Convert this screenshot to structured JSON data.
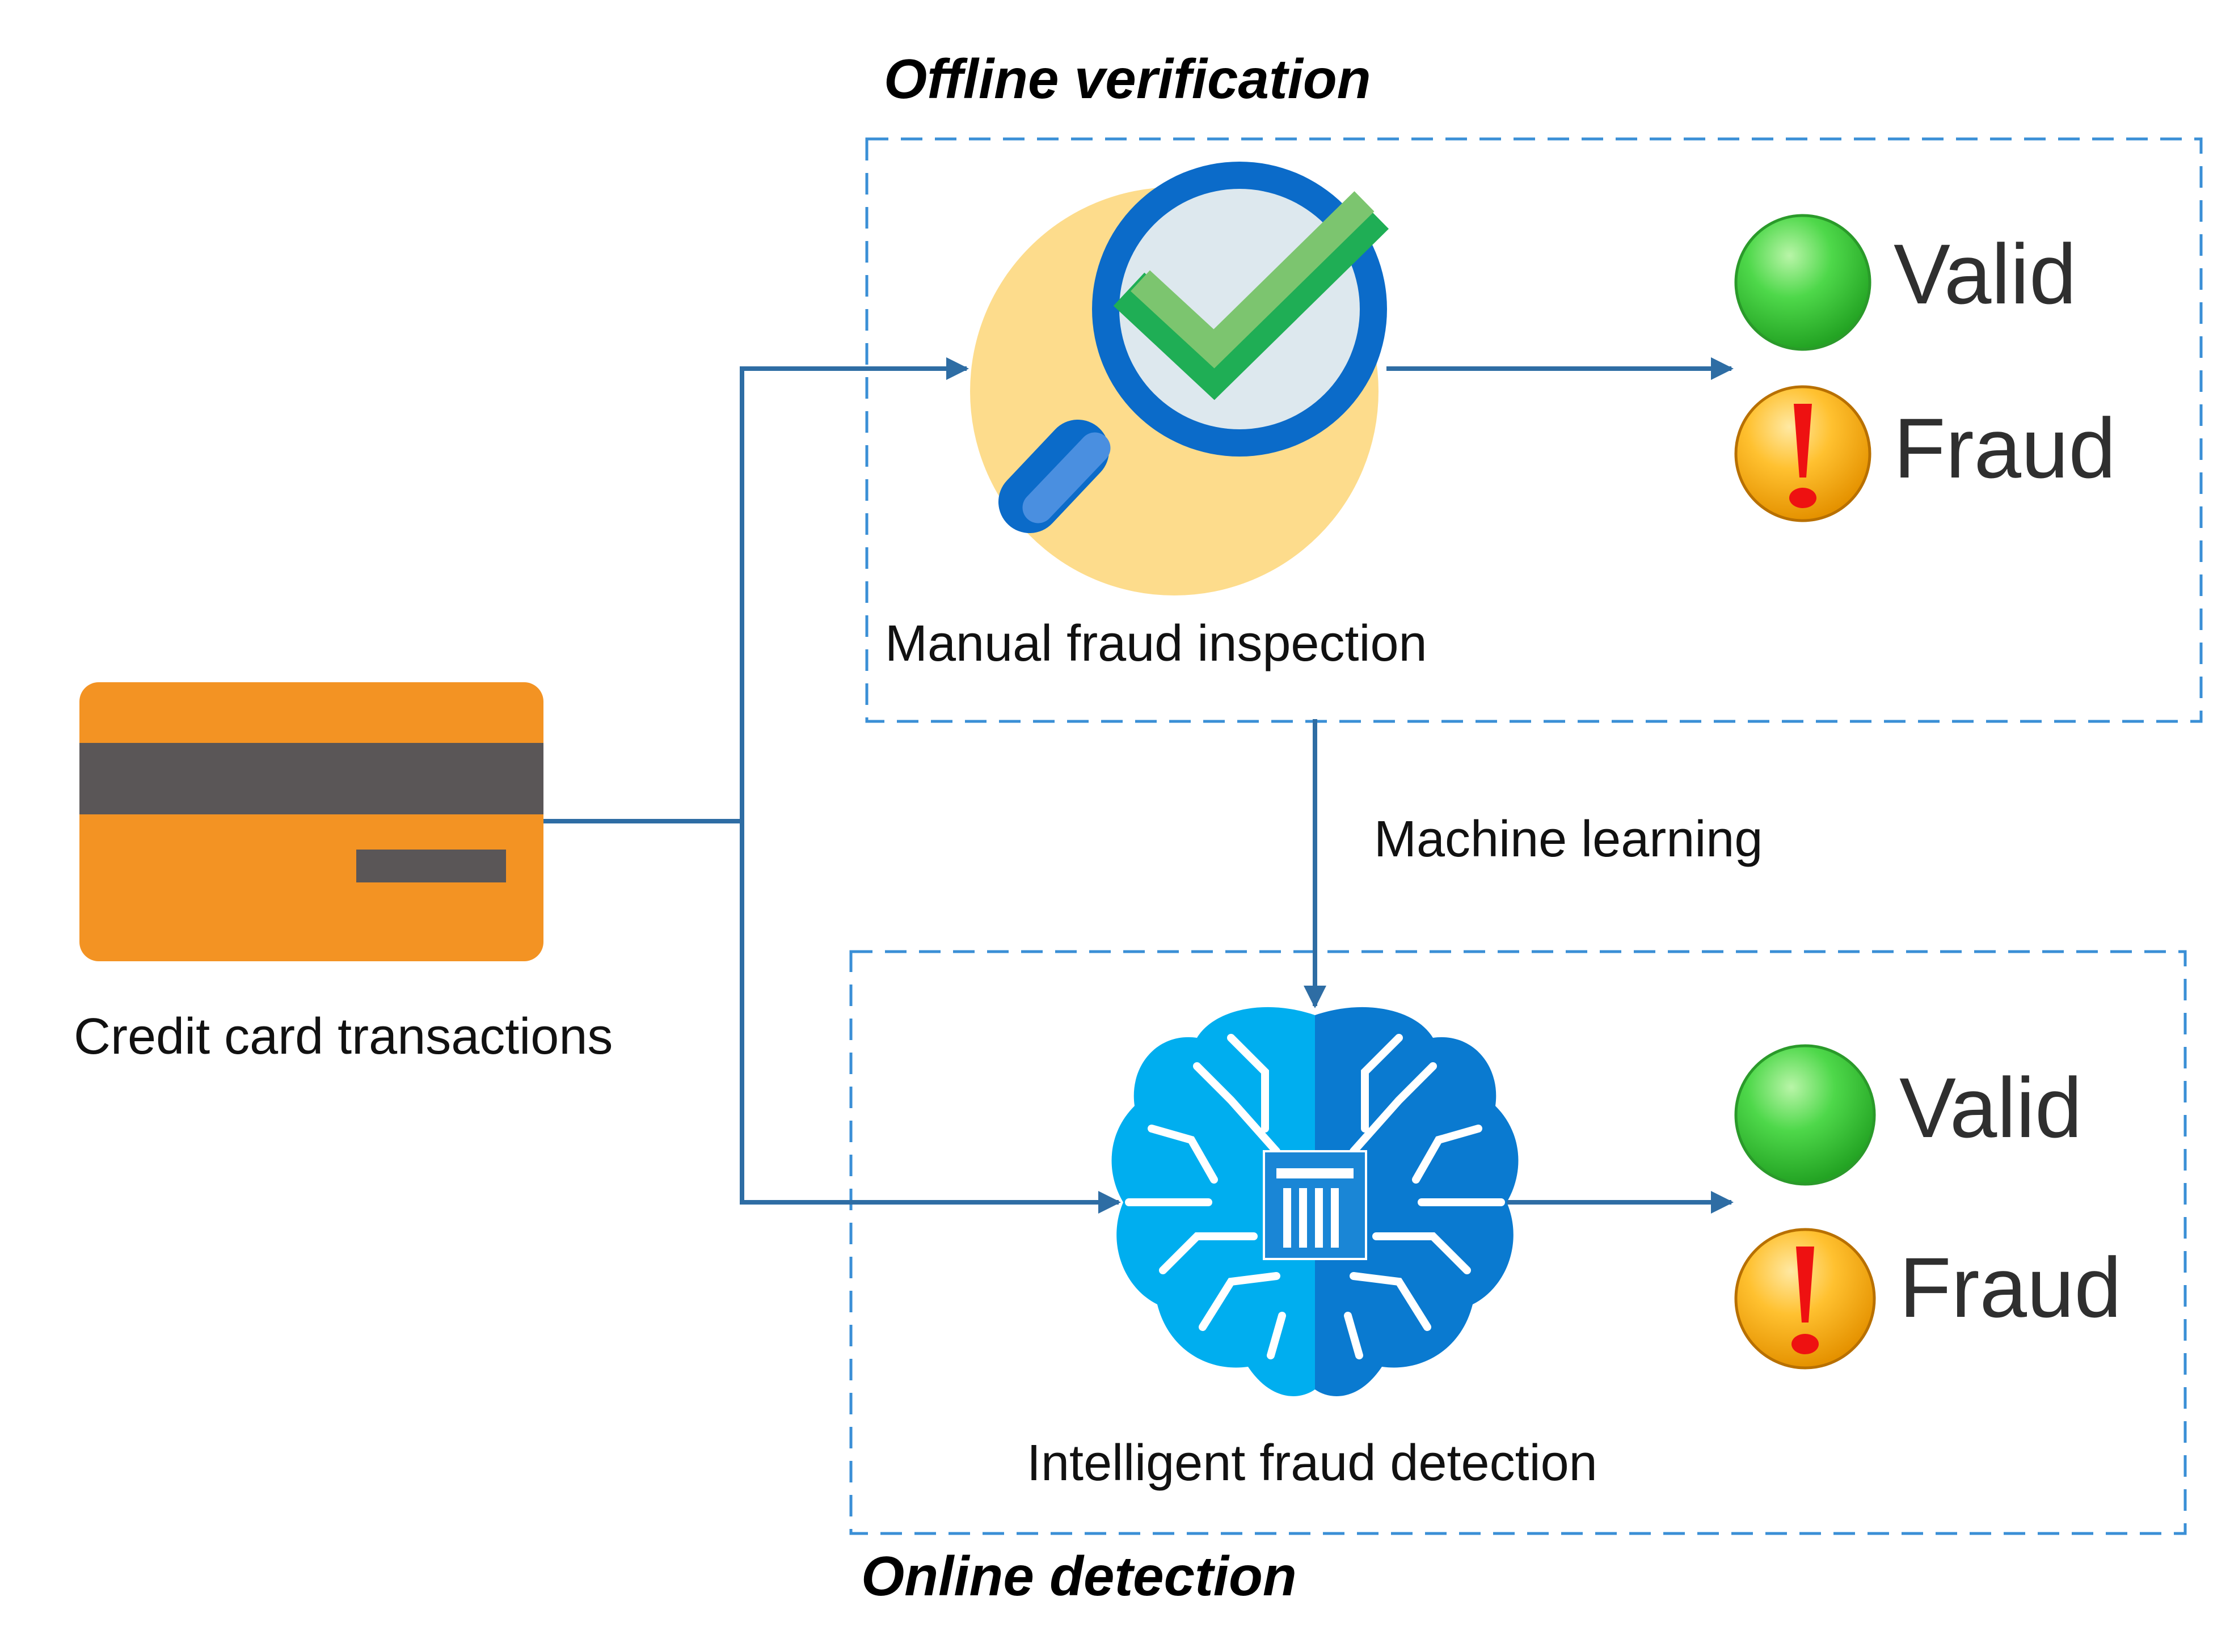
{
  "offline": {
    "title": "Offline verification",
    "node_label": "Manual fraud inspection",
    "valid_label": "Valid",
    "fraud_label": "Fraud"
  },
  "online": {
    "title": "Online detection",
    "node_label": "Intelligent fraud detection",
    "valid_label": "Valid",
    "fraud_label": "Fraud"
  },
  "source": {
    "label": "Credit card transactions"
  },
  "link": {
    "label": "Machine learning"
  },
  "icons": {
    "source": "credit-card-icon",
    "offline": "magnifier-check-icon",
    "online": "brain-chip-icon",
    "valid": "green-circle-icon",
    "fraud": "warning-exclamation-icon"
  },
  "colors": {
    "connector": "#2e6da4",
    "box_border": "#3a8fd6",
    "card": "#f39323",
    "valid": "#3dc83d",
    "fraud": "#f5b21a"
  }
}
